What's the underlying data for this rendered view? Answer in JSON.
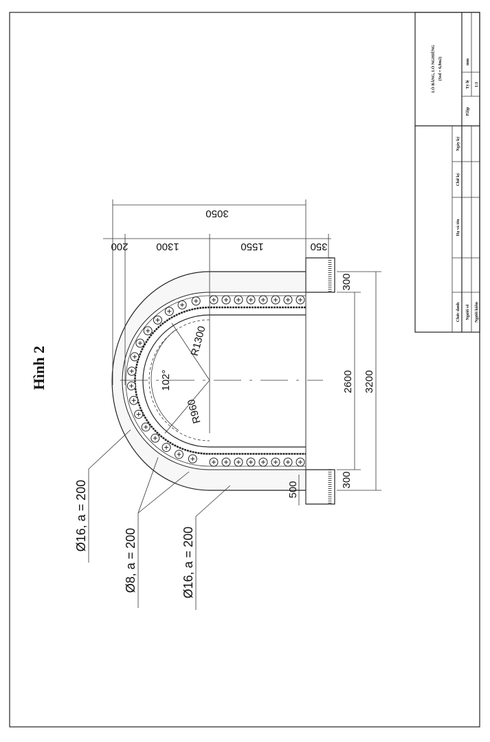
{
  "figure_title": "Hình 2",
  "dimensions": {
    "total_depth": "3050",
    "segment_1": "200",
    "segment_2": "1300",
    "segment_3": "1550",
    "segment_4": "350",
    "wall_top": "300",
    "wall_bottom": "300",
    "inner_width": "2600",
    "outer_width": "3200",
    "flange": "500",
    "radius_outer": "R1300",
    "radius_inner": "R960",
    "angle": "102°"
  },
  "labels": {
    "rebar_outer": "Ø16, a = 200",
    "rebar_stirrup": "Ø8, a = 200",
    "rebar_inner": "Ø16, a = 200"
  },
  "title_block": {
    "title_line1": "LÒ BĂNG, LÒ NGHIÊNG",
    "title_line2": "(Ssd = 6,8m2)",
    "unit": "mm",
    "scale_label": "Tỷ lệ",
    "scale_value": "1:1",
    "sheet_label": "P.lập",
    "col_position": "Chức danh",
    "col_name": "Họ và tên",
    "col_signature": "Chữ ký",
    "col_date": "Ngày ký",
    "row_drawn": "Người vẽ",
    "row_checked": "Người kiểm"
  }
}
